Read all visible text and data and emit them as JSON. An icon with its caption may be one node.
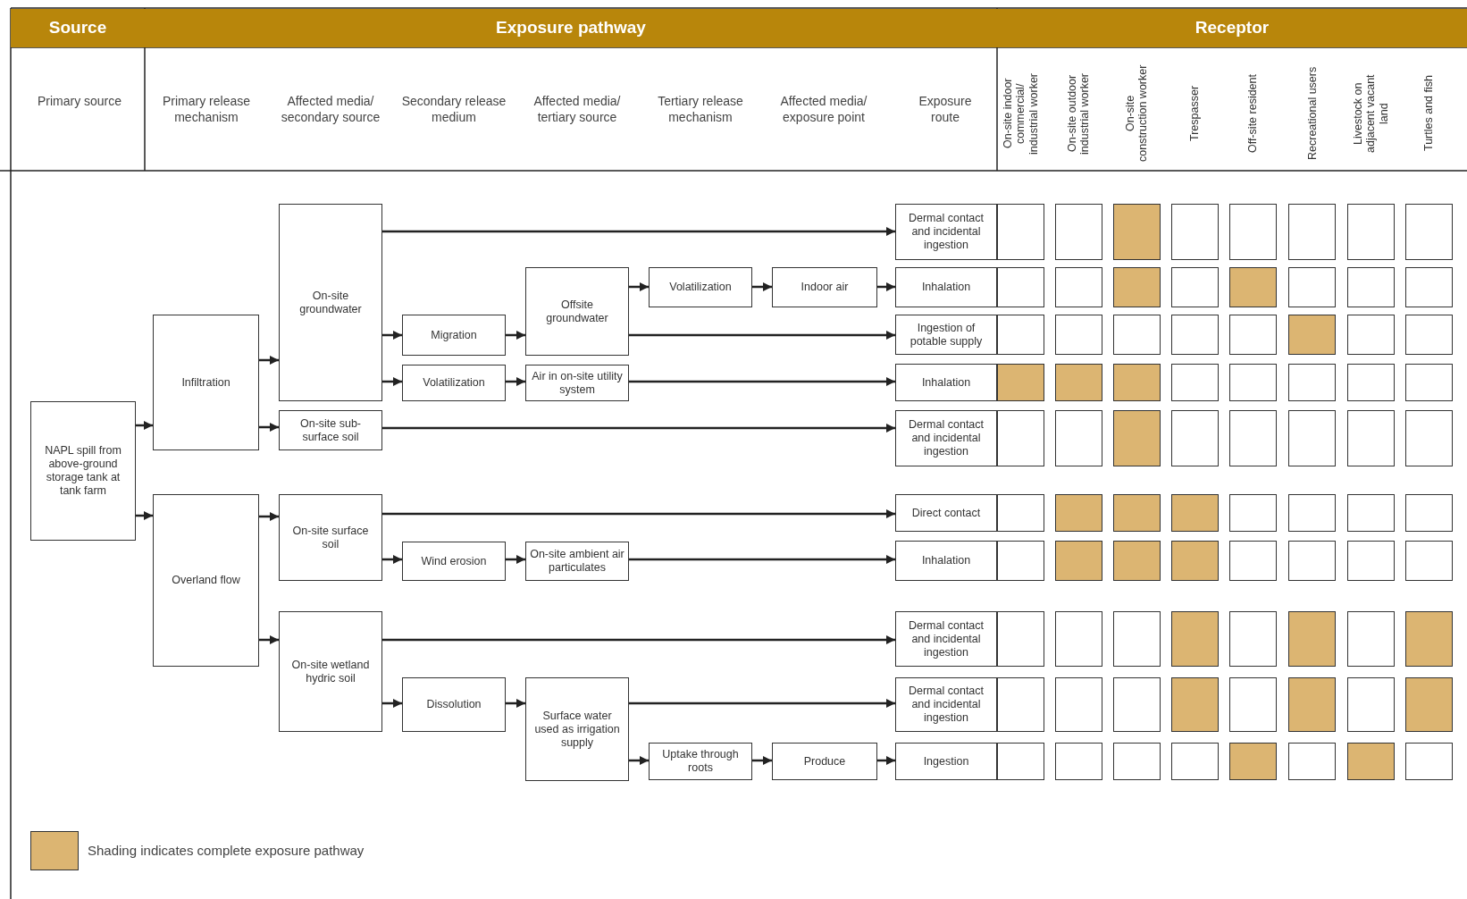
{
  "diagram": {
    "nodes": [
      {
        "text": [
          "Source"
        ]
      },
      {
        "text": [
          "Exposure pathway"
        ]
      },
      {
        "text": [
          "Receptor"
        ]
      },
      {
        "text": [
          "NAPL spill from above-ground storage tank at tank farm"
        ]
      },
      {
        "text": [
          "Infiltration"
        ]
      },
      {
        "text": [
          "Overland flow"
        ]
      },
      {
        "text": [
          "On-site groundwater"
        ]
      },
      {
        "text": [
          "On-site sub-surface soil"
        ]
      },
      {
        "text": [
          "On-site surface soil"
        ]
      },
      {
        "text": [
          "On-site wetland hydric soil"
        ]
      },
      {
        "text": [
          "Migration"
        ]
      },
      {
        "text": [
          "Volatilization"
        ]
      },
      {
        "text": [
          "Wind erosion"
        ]
      },
      {
        "text": [
          "Dissolution"
        ]
      },
      {
        "text": [
          "Offsite groundwater"
        ]
      },
      {
        "text": [
          "Air in on-site utility system"
        ]
      },
      {
        "text": [
          "On-site ambient air particulates"
        ]
      },
      {
        "text": [
          "Surface water used as irrigation supply"
        ]
      },
      {
        "text": [
          "Volatilization"
        ]
      },
      {
        "text": [
          "Uptake through roots"
        ]
      },
      {
        "text": [
          "Indoor air"
        ]
      },
      {
        "text": [
          "Produce"
        ]
      },
      {
        "text": [
          "Dermal contact and incidental ingestion"
        ]
      },
      {
        "text": [],
        "shape": "box"
      },
      {
        "text": [],
        "shape": "box"
      },
      {
        "text": [],
        "shape": "box"
      },
      {
        "text": [],
        "shape": "box"
      },
      {
        "text": [],
        "shape": "box"
      },
      {
        "text": [],
        "shape": "box"
      },
      {
        "text": [],
        "shape": "box"
      },
      {
        "text": [],
        "shape": "box"
      },
      {
        "text": [
          "Inhalation"
        ]
      },
      {
        "text": [],
        "shape": "box"
      },
      {
        "text": [],
        "shape": "box"
      },
      {
        "text": [],
        "shape": "box"
      },
      {
        "text": [],
        "shape": "box"
      },
      {
        "text": [],
        "shape": "box"
      },
      {
        "text": [],
        "shape": "box"
      },
      {
        "text": [],
        "shape": "box"
      },
      {
        "text": [],
        "shape": "box"
      },
      {
        "text": [
          "Ingestion of potable supply"
        ]
      },
      {
        "text": [],
        "shape": "box"
      },
      {
        "text": [],
        "shape": "box"
      },
      {
        "text": [],
        "shape": "box"
      },
      {
        "text": [],
        "shape": "box"
      },
      {
        "text": [],
        "shape": "box"
      },
      {
        "text": [],
        "shape": "box"
      },
      {
        "text": [],
        "shape": "box"
      },
      {
        "text": [],
        "shape": "box"
      },
      {
        "text": [
          "Inhalation"
        ]
      },
      {
        "text": [],
        "shape": "box"
      },
      {
        "text": [],
        "shape": "box"
      },
      {
        "text": [],
        "shape": "box"
      },
      {
        "text": [],
        "shape": "box"
      },
      {
        "text": [],
        "shape": "box"
      },
      {
        "text": [],
        "shape": "box"
      },
      {
        "text": [],
        "shape": "box"
      },
      {
        "text": [],
        "shape": "box"
      },
      {
        "text": [
          "Dermal contact and incidental ingestion"
        ]
      },
      {
        "text": [],
        "shape": "box"
      },
      {
        "text": [],
        "shape": "box"
      },
      {
        "text": [],
        "shape": "box"
      },
      {
        "text": [],
        "shape": "box"
      },
      {
        "text": [],
        "shape": "box"
      },
      {
        "text": [],
        "shape": "box"
      },
      {
        "text": [],
        "shape": "box"
      },
      {
        "text": [],
        "shape": "box"
      },
      {
        "text": [
          "Direct contact"
        ]
      },
      {
        "text": [],
        "shape": "box"
      },
      {
        "text": [],
        "shape": "box"
      },
      {
        "text": [],
        "shape": "box"
      },
      {
        "text": [],
        "shape": "box"
      },
      {
        "text": [],
        "shape": "box"
      },
      {
        "text": [],
        "shape": "box"
      },
      {
        "text": [],
        "shape": "box"
      },
      {
        "text": [],
        "shape": "box"
      },
      {
        "text": [
          "Inhalation"
        ]
      },
      {
        "text": [],
        "shape": "box"
      },
      {
        "text": [],
        "shape": "box"
      },
      {
        "text": [],
        "shape": "box"
      },
      {
        "text": [],
        "shape": "box"
      },
      {
        "text": [],
        "shape": "box"
      },
      {
        "text": [],
        "shape": "box"
      },
      {
        "text": [],
        "shape": "box"
      },
      {
        "text": [],
        "shape": "box"
      },
      {
        "text": [
          "Dermal contact and incidental ingestion"
        ]
      },
      {
        "text": [],
        "shape": "box"
      },
      {
        "text": [],
        "shape": "box"
      },
      {
        "text": [],
        "shape": "box"
      },
      {
        "text": [],
        "shape": "box"
      },
      {
        "text": [],
        "shape": "box"
      },
      {
        "text": [],
        "shape": "box"
      },
      {
        "text": [],
        "shape": "box"
      },
      {
        "text": [],
        "shape": "box"
      },
      {
        "text": [
          "Dermal contact and incidental ingestion"
        ]
      },
      {
        "text": [],
        "shape": "box"
      },
      {
        "text": [],
        "shape": "box"
      },
      {
        "text": [],
        "shape": "box"
      },
      {
        "text": [],
        "shape": "box"
      },
      {
        "text": [],
        "shape": "box"
      },
      {
        "text": [],
        "shape": "box"
      },
      {
        "text": [],
        "shape": "box"
      },
      {
        "text": [],
        "shape": "box"
      },
      {
        "text": [
          "Ingestion"
        ]
      },
      {
        "text": [],
        "shape": "box"
      },
      {
        "text": [],
        "shape": "box"
      },
      {
        "text": [],
        "shape": "box"
      },
      {
        "text": [],
        "shape": "box"
      },
      {
        "text": [],
        "shape": "box"
      },
      {
        "text": [],
        "shape": "box"
      },
      {
        "text": [],
        "shape": "box"
      },
      {
        "text": [],
        "shape": "box"
      }
    ],
    "edges": [
      {
        "from": 3,
        "to": 4,
        "arrow": "to"
      },
      {
        "from": 3,
        "to": 5,
        "arrow": "to"
      },
      {
        "from": 4,
        "to": 6,
        "arrow": "to"
      },
      {
        "from": 4,
        "to": 7,
        "arrow": "to"
      },
      {
        "from": 5,
        "to": 8,
        "arrow": "to"
      },
      {
        "from": 5,
        "to": 9,
        "arrow": "to"
      },
      {
        "from": 6,
        "to": 22,
        "arrow": "to"
      },
      {
        "from": 6,
        "to": 10,
        "arrow": "to"
      },
      {
        "from": 6,
        "to": 11,
        "arrow": "to"
      },
      {
        "from": 10,
        "to": 14,
        "arrow": "to"
      },
      {
        "from": 11,
        "to": 15,
        "arrow": "to"
      },
      {
        "from": 14,
        "to": 18,
        "arrow": "to"
      },
      {
        "from": 18,
        "to": 20,
        "arrow": "to"
      },
      {
        "from": 20,
        "to": 31,
        "arrow": "to"
      },
      {
        "from": 14,
        "to": 40,
        "arrow": "to"
      },
      {
        "from": 15,
        "to": 49,
        "arrow": "to"
      },
      {
        "from": 7,
        "to": 58,
        "arrow": "to"
      },
      {
        "from": 8,
        "to": 67,
        "arrow": "to"
      },
      {
        "from": 8,
        "to": 12,
        "arrow": "to"
      },
      {
        "from": 12,
        "to": 16,
        "arrow": "to"
      },
      {
        "from": 16,
        "to": 76,
        "arrow": "to"
      },
      {
        "from": 9,
        "to": 85,
        "arrow": "to"
      },
      {
        "from": 9,
        "to": 13,
        "arrow": "to"
      },
      {
        "from": 13,
        "to": 17,
        "arrow": "to"
      },
      {
        "from": 17,
        "to": 94,
        "arrow": "to"
      },
      {
        "from": 17,
        "to": 19,
        "arrow": "to"
      },
      {
        "from": 19,
        "to": 21,
        "arrow": "to"
      },
      {
        "from": 21,
        "to": 103,
        "arrow": "to"
      }
    ],
    "labels": [
      "Primary source",
      "Primary release mechanism",
      "Affected media/ secondary source",
      "Secondary release medium",
      "Affected media/ tertiary source",
      "Tertiary release mechanism",
      "Affected media/ exposure point",
      "Exposure route",
      "On-site indoor commercial/ industrial worker",
      "On-site outdoor industrial worker",
      "On-site construction worker",
      "Trespasser",
      "Off-site resident",
      "Recreational users",
      "Livestock on adjacent vacant land",
      "Turtles and fish"
    ],
    "legend": [
      {
        "text": "Shading indicates complete exposure pathway",
        "color": "#dcb572"
      }
    ]
  }
}
